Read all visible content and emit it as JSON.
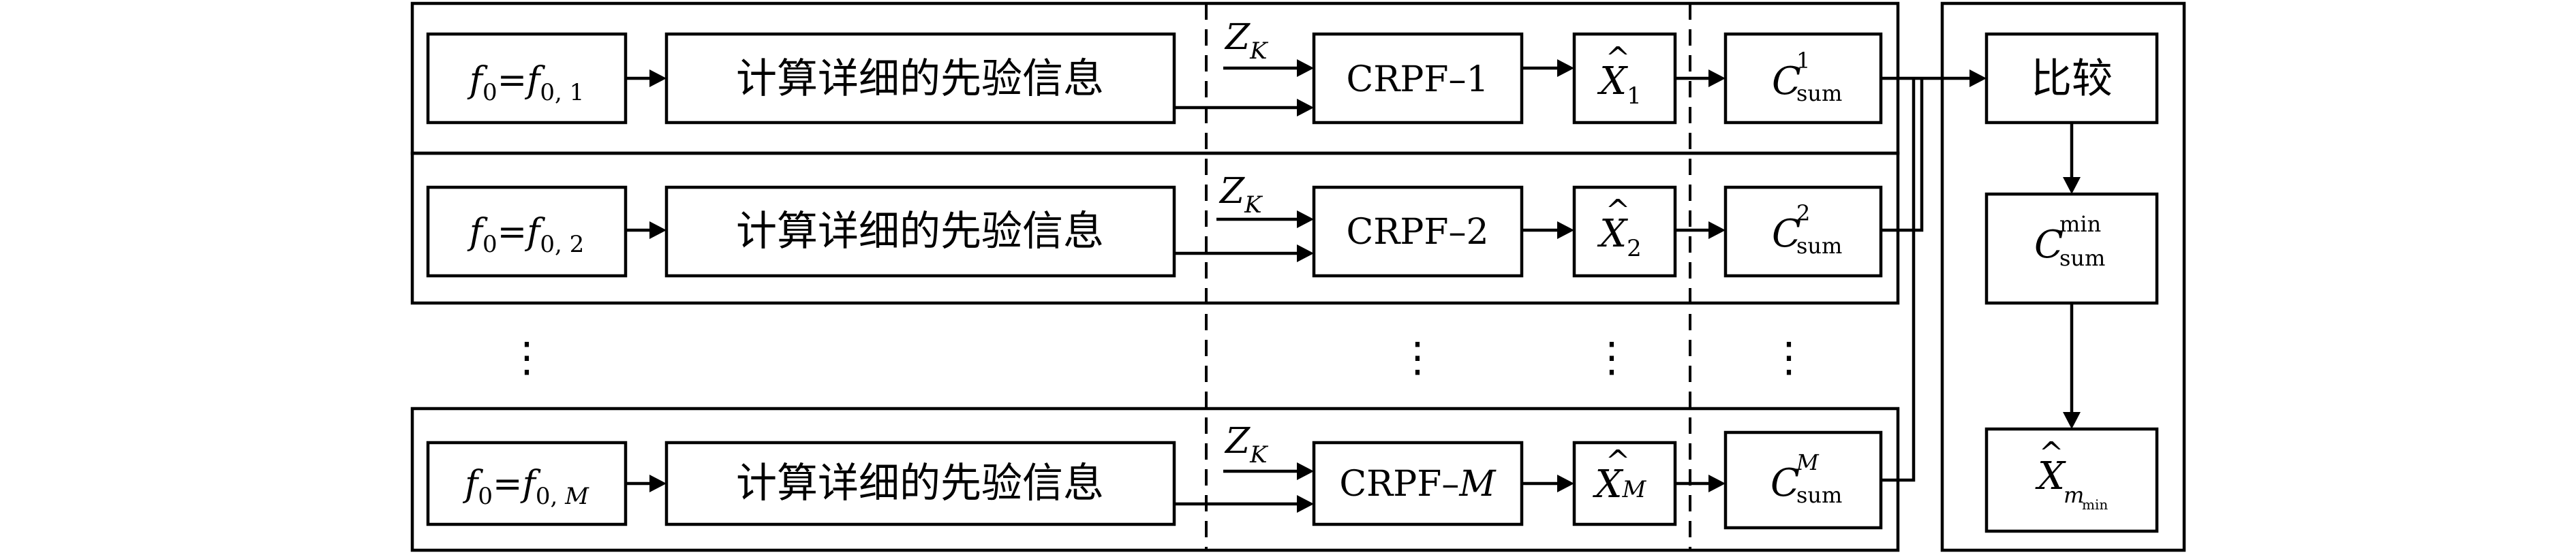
{
  "rows": [
    {
      "f_main": "f",
      "f_main_sub": "0",
      "eq": "=",
      "f_rhs": "f",
      "f_rhs_sub": "0, 1",
      "f_rhs_sub_italic": "",
      "prior_label": "计算详细的先验信息",
      "z_main": "Z",
      "z_sub": "K",
      "crpf_prefix": "CRPF–",
      "crpf_suffix": "1",
      "crpf_suffix_italic": "",
      "xhat_main": "X",
      "xhat_sub": "1",
      "xhat_sub_italic": "",
      "c_main": "C",
      "c_sub": "sum",
      "c_sup": "1",
      "c_sup_italic": ""
    },
    {
      "f_main": "f",
      "f_main_sub": "0",
      "eq": "=",
      "f_rhs": "f",
      "f_rhs_sub": "0, 2",
      "f_rhs_sub_italic": "",
      "prior_label": "计算详细的先验信息",
      "z_main": "Z",
      "z_sub": "K",
      "crpf_prefix": "CRPF–",
      "crpf_suffix": "2",
      "crpf_suffix_italic": "",
      "xhat_main": "X",
      "xhat_sub": "2",
      "xhat_sub_italic": "",
      "c_main": "C",
      "c_sub": "sum",
      "c_sup": "2",
      "c_sup_italic": ""
    },
    {
      "f_main": "f",
      "f_main_sub": "0",
      "eq": "=",
      "f_rhs": "f",
      "f_rhs_sub": "0, ",
      "f_rhs_sub_italic": "M",
      "prior_label": "计算详细的先验信息",
      "z_main": "Z",
      "z_sub": "K",
      "crpf_prefix": "CRPF–",
      "crpf_suffix": "",
      "crpf_suffix_italic": "M",
      "xhat_main": "X",
      "xhat_sub": "",
      "xhat_sub_italic": "M",
      "c_main": "C",
      "c_sub": "sum",
      "c_sup": "",
      "c_sup_italic": "M"
    }
  ],
  "compare": {
    "compare_label": "比较",
    "cmin_main": "C",
    "cmin_sup": "min",
    "cmin_sub": "sum",
    "xres_main": "X",
    "xres_sub": "m",
    "xres_subsub": "min"
  },
  "ellipsis": "⋮"
}
